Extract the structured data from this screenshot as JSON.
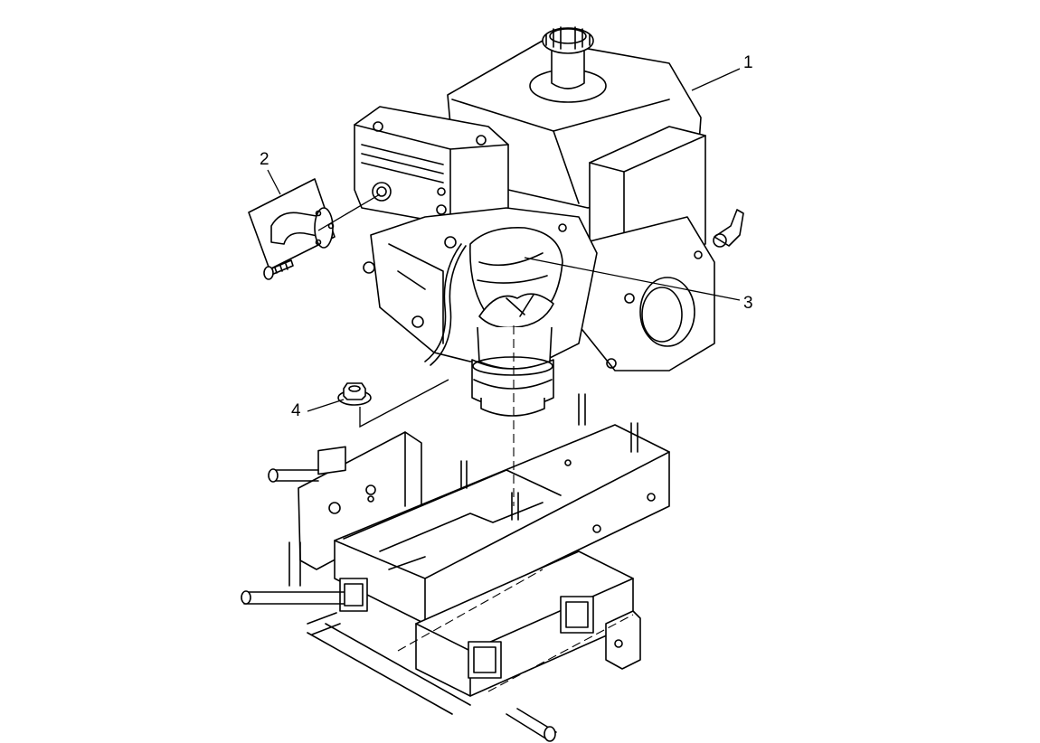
{
  "callouts": [
    {
      "id": "1",
      "text": "1"
    },
    {
      "id": "2",
      "text": "2"
    },
    {
      "id": "3",
      "text": "3"
    },
    {
      "id": "4",
      "text": "4"
    }
  ],
  "colors": {
    "ink": "#000000",
    "background": "#ffffff"
  }
}
